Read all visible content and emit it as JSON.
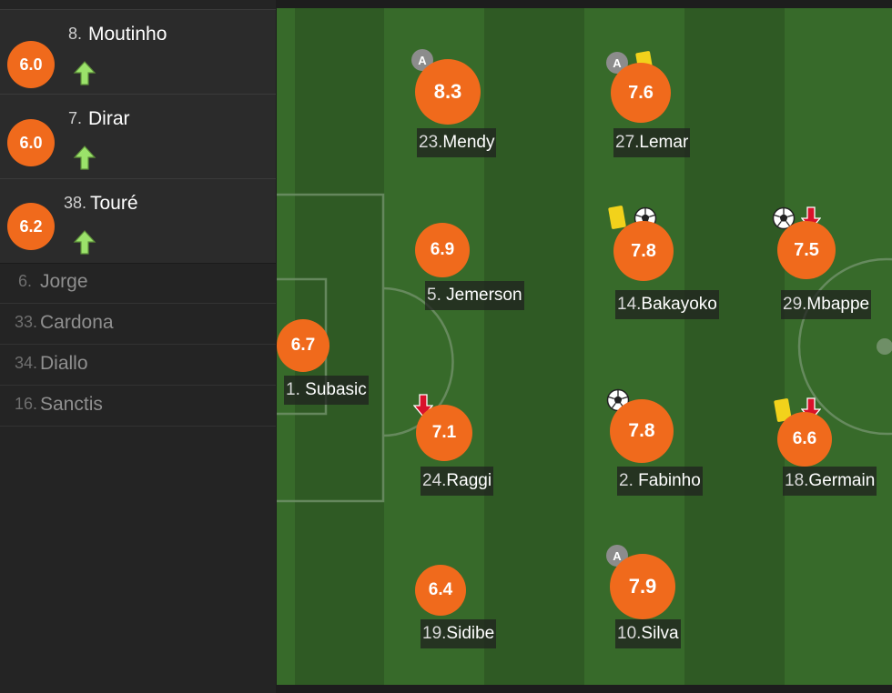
{
  "colors": {
    "rating": "#f06a1c",
    "pitch_dark": "#2f5a24",
    "pitch_light": "#376a2a",
    "sub_in_arrow": "#9be26a",
    "sub_out_arrow": "#d8112a",
    "yellow_card": "#f2d21b"
  },
  "substitutes": [
    {
      "rating": "6.0",
      "number": "8.",
      "name": "Moutinho",
      "icon": "sub-in-arrow-icon"
    },
    {
      "rating": "6.0",
      "number": "7.",
      "name": "Dirar",
      "icon": "sub-in-arrow-icon"
    },
    {
      "rating": "6.2",
      "number": "38.",
      "name": "Touré",
      "icon": "sub-in-arrow-icon"
    }
  ],
  "bench": [
    {
      "number": "6.",
      "name": "Jorge"
    },
    {
      "number": "33.",
      "name": "Cardona"
    },
    {
      "number": "34.",
      "name": "Diallo"
    },
    {
      "number": "16.",
      "name": "Sanctis"
    }
  ],
  "players": [
    {
      "rating": "6.7",
      "number": "1.",
      "name": "Subasic",
      "icons": []
    },
    {
      "rating": "8.3",
      "number": "23.",
      "name": "Mendy",
      "icons": [
        "captain-icon"
      ]
    },
    {
      "rating": "6.9",
      "number": "5.",
      "name": "Jemerson",
      "icons": []
    },
    {
      "rating": "7.1",
      "number": "24.",
      "name": "Raggi",
      "icons": [
        "sub-out-arrow-icon"
      ]
    },
    {
      "rating": "6.4",
      "number": "19.",
      "name": "Sidibe",
      "icons": []
    },
    {
      "rating": "7.6",
      "number": "27.",
      "name": "Lemar",
      "icons": [
        "captain-icon",
        "yellow-card-icon"
      ]
    },
    {
      "rating": "7.8",
      "number": "14.",
      "name": "Bakayoko",
      "icons": [
        "yellow-card-icon",
        "goal-ball-icon"
      ]
    },
    {
      "rating": "7.8",
      "number": "2.",
      "name": "Fabinho",
      "icons": [
        "goal-ball-icon"
      ]
    },
    {
      "rating": "7.9",
      "number": "10.",
      "name": "Silva",
      "icons": [
        "captain-icon"
      ]
    },
    {
      "rating": "7.5",
      "number": "29.",
      "name": "Mbappe",
      "icons": [
        "goal-ball-icon",
        "sub-out-arrow-icon"
      ]
    },
    {
      "rating": "6.6",
      "number": "18.",
      "name": "Germain",
      "icons": [
        "yellow-card-icon",
        "sub-out-arrow-icon"
      ]
    }
  ],
  "captain_label": "A"
}
